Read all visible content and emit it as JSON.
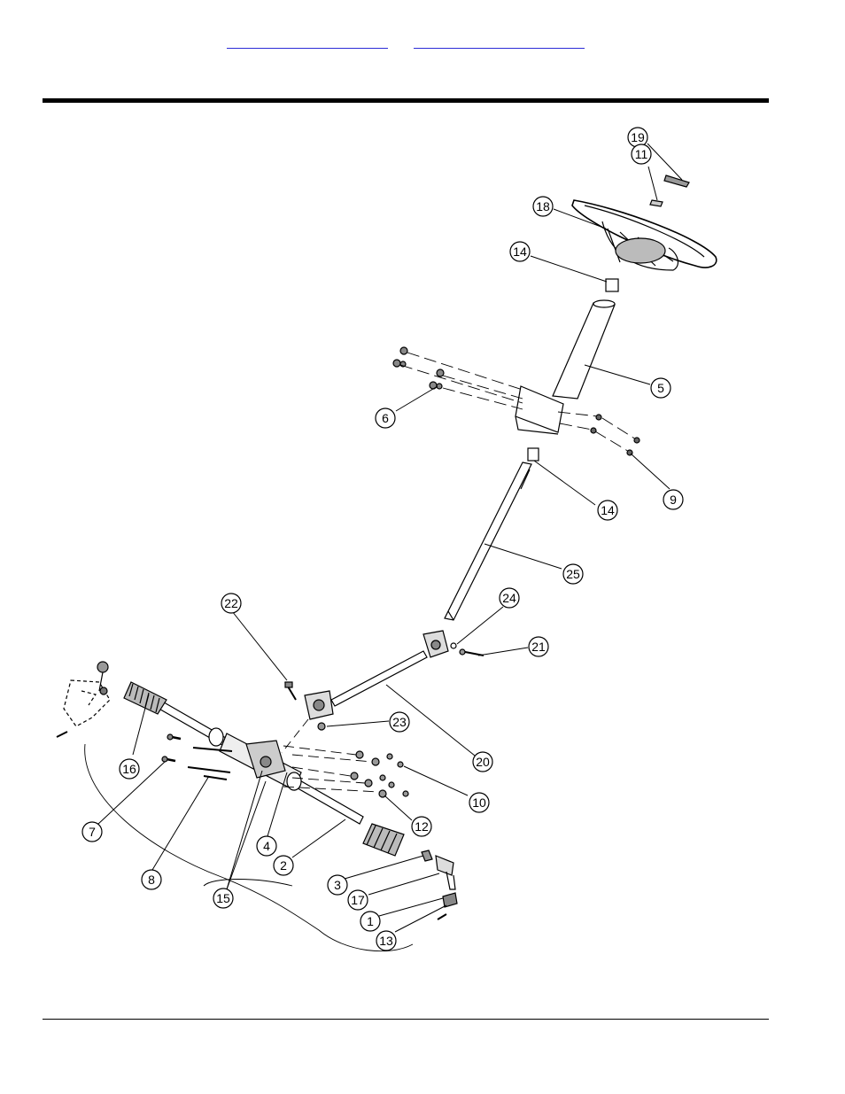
{
  "header": {
    "link_1": "",
    "link_2": ""
  },
  "diagram": {
    "callouts": [
      {
        "id": "c19",
        "label": "19"
      },
      {
        "id": "c11",
        "label": "11"
      },
      {
        "id": "c18",
        "label": "18"
      },
      {
        "id": "c14a",
        "label": "14"
      },
      {
        "id": "c5",
        "label": "5"
      },
      {
        "id": "c6",
        "label": "6"
      },
      {
        "id": "c9",
        "label": "9"
      },
      {
        "id": "c14b",
        "label": "14"
      },
      {
        "id": "c25",
        "label": "25"
      },
      {
        "id": "c22",
        "label": "22"
      },
      {
        "id": "c24",
        "label": "24"
      },
      {
        "id": "c21",
        "label": "21"
      },
      {
        "id": "c23",
        "label": "23"
      },
      {
        "id": "c20",
        "label": "20"
      },
      {
        "id": "c16",
        "label": "16"
      },
      {
        "id": "c10",
        "label": "10"
      },
      {
        "id": "c7",
        "label": "7"
      },
      {
        "id": "c12",
        "label": "12"
      },
      {
        "id": "c4",
        "label": "4"
      },
      {
        "id": "c2",
        "label": "2"
      },
      {
        "id": "c8",
        "label": "8"
      },
      {
        "id": "c3",
        "label": "3"
      },
      {
        "id": "c17",
        "label": "17"
      },
      {
        "id": "c15",
        "label": "15"
      },
      {
        "id": "c1",
        "label": "1"
      },
      {
        "id": "c13",
        "label": "13"
      }
    ]
  }
}
